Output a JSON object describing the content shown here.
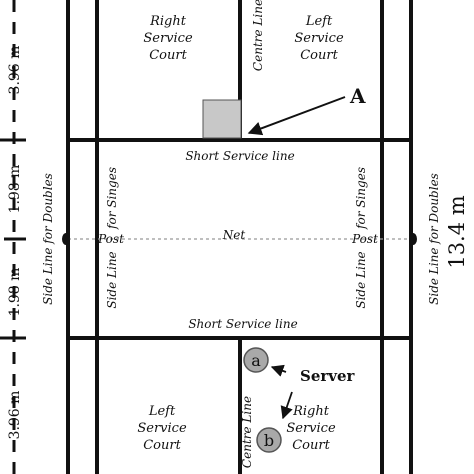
{
  "labels": {
    "right_service_court_top": [
      "Right",
      "Service",
      "Court"
    ],
    "left_service_court_top": [
      "Left",
      "Service",
      "Court"
    ],
    "left_service_court_bottom": [
      "Left",
      "Service",
      "Court"
    ],
    "right_service_court_bottom": [
      "Right",
      "Service",
      "Court"
    ],
    "centre_line_top": "Centre Line",
    "centre_line_bottom": "Centre Line",
    "short_service_line_top": "Short Service line",
    "short_service_line_bottom": "Short Service line",
    "net": "Net",
    "post_left": "Post",
    "post_right": "Post",
    "side_line_singles_left_a": "Side Line",
    "side_line_singles_left_b": "for Singes",
    "side_line_singles_right_a": "Side Line",
    "side_line_singles_right_b": "for Singes",
    "side_line_doubles_left": "Side Line for Doubles",
    "side_line_doubles_right": "Side Line for Doubles",
    "marker_a": "A",
    "server": "Server",
    "player_a": "a",
    "player_b": "b"
  },
  "dimensions": {
    "top": "3.96 m",
    "upper_mid": "1.98 m",
    "lower_mid": "1.98 m",
    "bottom": "3.96 m",
    "total_length": "13.4 m"
  },
  "colors": {
    "line": "#111111",
    "box_fill": "#c8c8c8",
    "player_fill": "#a9a9a9",
    "net": "#999999"
  }
}
